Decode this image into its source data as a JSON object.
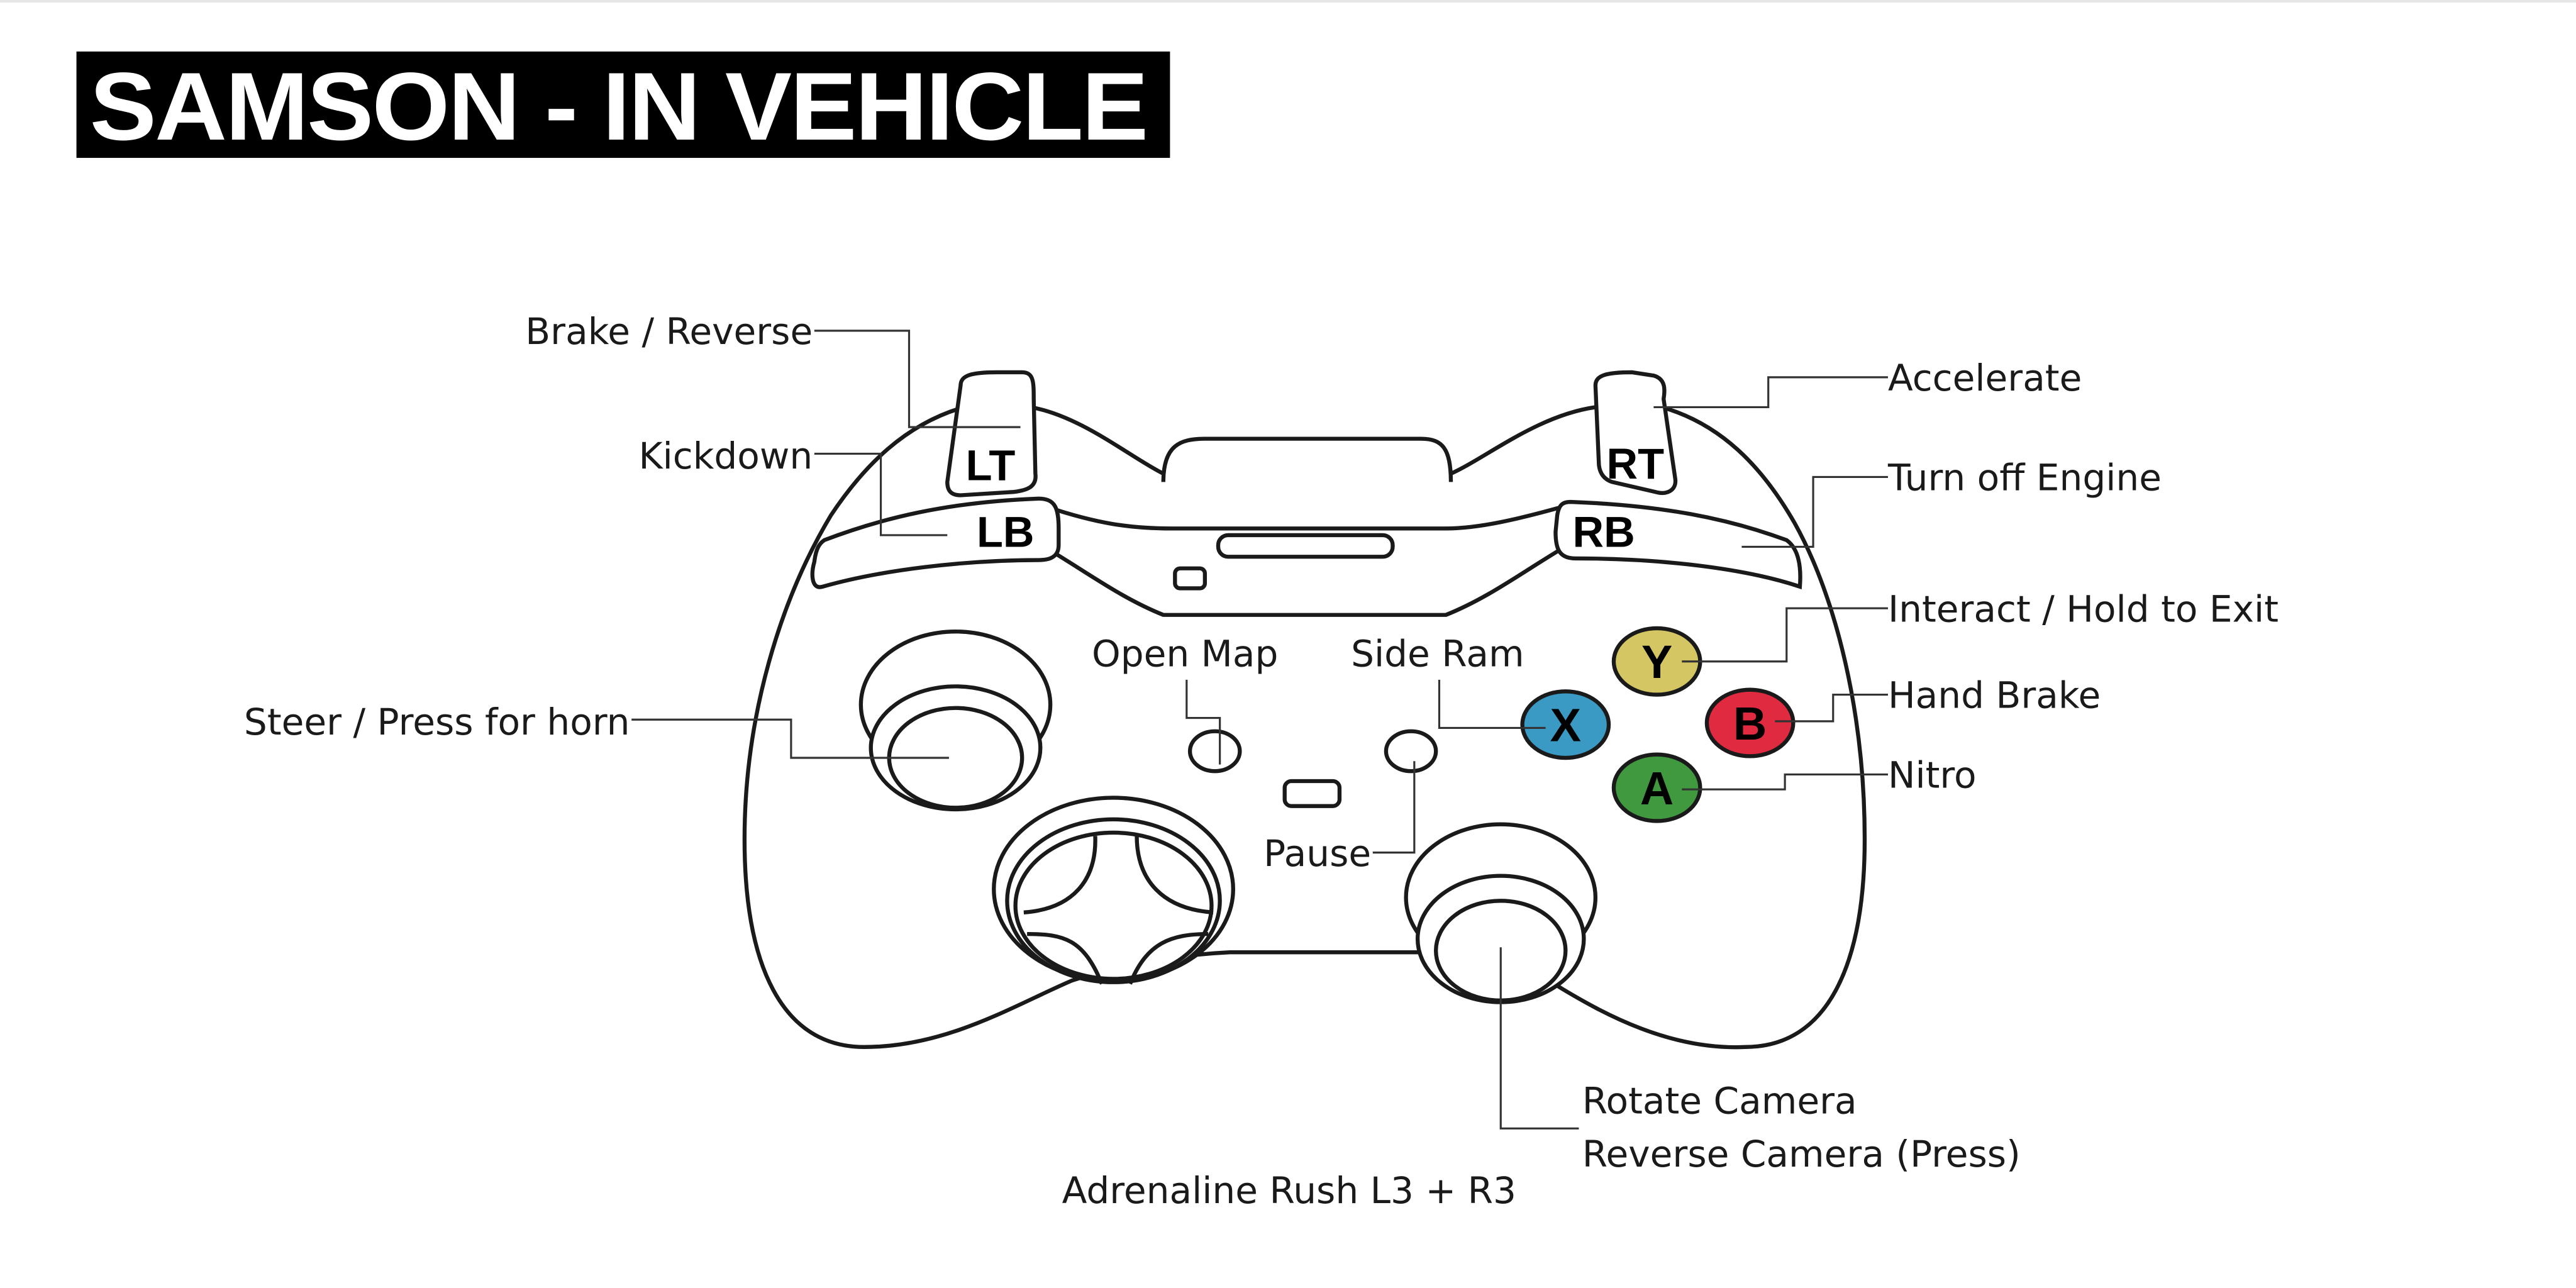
{
  "title": "SAMSON - IN VEHICLE",
  "controller": {
    "triggers": {
      "lt": "LT",
      "rt": "RT",
      "lb": "LB",
      "rb": "RB"
    },
    "face_buttons": {
      "y": {
        "label": "Y",
        "color": "#d4c763"
      },
      "x": {
        "label": "X",
        "color": "#3a9ac4"
      },
      "b": {
        "label": "B",
        "color": "#e02a40"
      },
      "a": {
        "label": "A",
        "color": "#40993f"
      }
    }
  },
  "mappings": {
    "lt": "Brake / Reverse",
    "lb": "Kickdown",
    "left_stick": "Steer / Press for horn",
    "back": "Open Map",
    "x": "Side Ram",
    "start": "Pause",
    "rt": "Accelerate",
    "rb": "Turn off Engine",
    "y": "Interact / Hold to Exit",
    "b": "Hand Brake",
    "a": "Nitro",
    "right_stick_move": "Rotate Camera",
    "right_stick_press": "Reverse Camera (Press)",
    "combo": "Adrenaline Rush L3 + R3"
  }
}
